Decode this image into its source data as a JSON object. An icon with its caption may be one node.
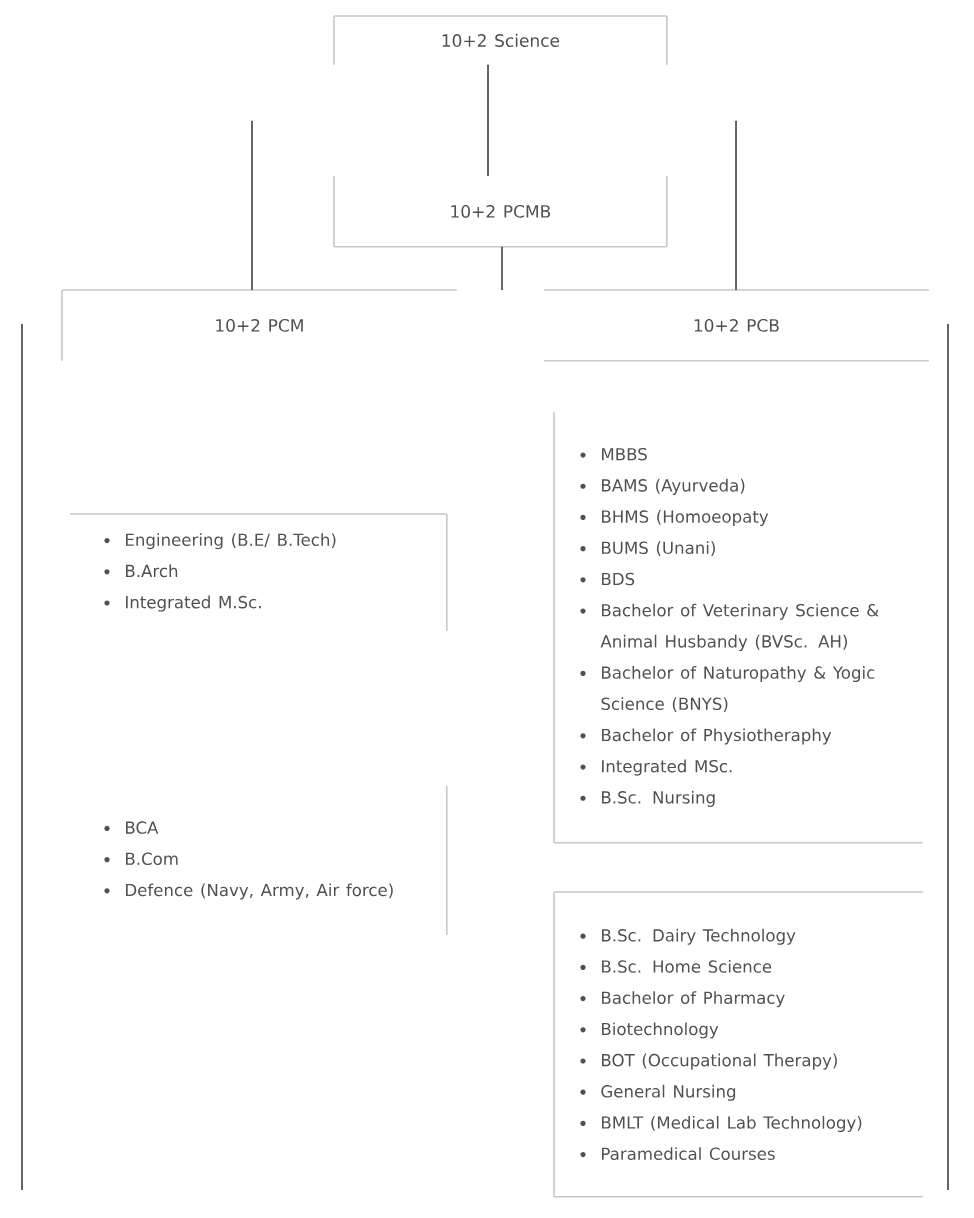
{
  "diagram": {
    "nodes": [
      {
        "text": [
          "10+2 Science"
        ]
      },
      {
        "text": [
          "10+2 PCMB"
        ]
      },
      {
        "text": [
          "10+2 PCM"
        ]
      },
      {
        "text": [
          "10+2 PCB"
        ]
      },
      {
        "text": [
          "Engineering (B.E/ B.Tech)",
          "B.Arch",
          "Integrated M.Sc."
        ]
      },
      {
        "text": [
          "BCA",
          "B.Com",
          "Defence (Navy, Army, Air force)"
        ]
      },
      {
        "text": [
          "MBBS",
          "BAMS (Ayurveda)",
          "BHMS (Homoeopaty",
          "BUMS (Unani)",
          "BDS",
          "Bachelor of Veterinary Science & Animal Husbandy (BVSc. AH)",
          "Bachelor of Naturopathy & Yogic Science (BNYS)",
          "Bachelor of Physiotheraphy",
          "Integrated MSc.",
          "B.Sc. Nursing"
        ]
      },
      {
        "text": [
          "B.Sc. Dairy Technology",
          "B.Sc. Home Science",
          "Bachelor of Pharmacy",
          "Biotechnology",
          "BOT (Occupational Therapy)",
          "General Nursing",
          "BMLT (Medical Lab Technology)",
          "Paramedical Courses"
        ]
      }
    ],
    "edges": [
      {
        "from": 0,
        "to": 1,
        "arrow": "none"
      },
      {
        "from": 0,
        "to": 2,
        "arrow": "none"
      },
      {
        "from": 0,
        "to": 3,
        "arrow": "none"
      },
      {
        "from": 1,
        "to": null,
        "arrow": "none"
      }
    ]
  }
}
